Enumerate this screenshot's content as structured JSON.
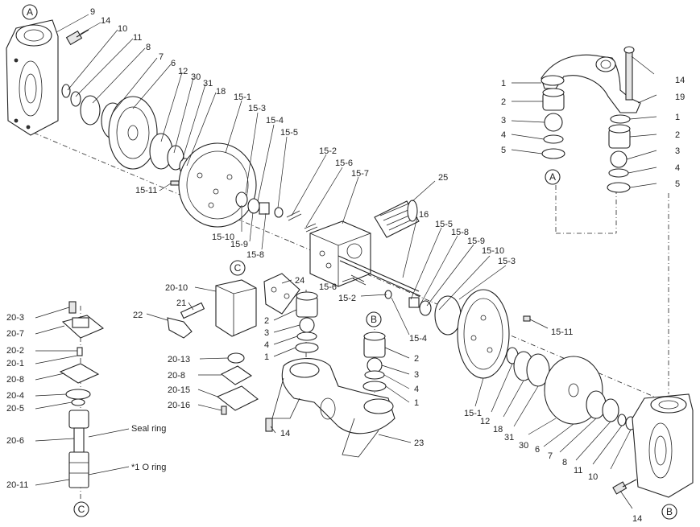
{
  "parts": {
    "p1": "1",
    "p2": "2",
    "p3": "3",
    "p4": "4",
    "p5": "5",
    "p6": "6",
    "p7": "7",
    "p8": "8",
    "p9": "9",
    "p10": "10",
    "p11": "11",
    "p12": "12",
    "p14": "14",
    "p16": "16",
    "p18": "18",
    "p19": "19",
    "p21": "21",
    "p22": "22",
    "p23": "23",
    "p24": "24",
    "p25": "25",
    "p30": "30",
    "p31": "31",
    "p15_1": "15-1",
    "p15_2": "15-2",
    "p15_3": "15-3",
    "p15_4": "15-4",
    "p15_5": "15-5",
    "p15_6": "15-6",
    "p15_7": "15-7",
    "p15_8": "15-8",
    "p15_9": "15-9",
    "p15_10": "15-10",
    "p15_11": "15-11",
    "p20_1": "20-1",
    "p20_2": "20-2",
    "p20_3": "20-3",
    "p20_4": "20-4",
    "p20_5": "20-5",
    "p20_6": "20-6",
    "p20_7": "20-7",
    "p20_8": "20-8",
    "p20_10": "20-10",
    "p20_11": "20-11",
    "p20_13": "20-13",
    "p20_15": "20-15",
    "p20_16": "20-16"
  },
  "refs": {
    "a": "A",
    "b": "B",
    "c": "C"
  },
  "notes": {
    "seal_ring": "Seal ring",
    "o_ring": "*1 O ring"
  }
}
